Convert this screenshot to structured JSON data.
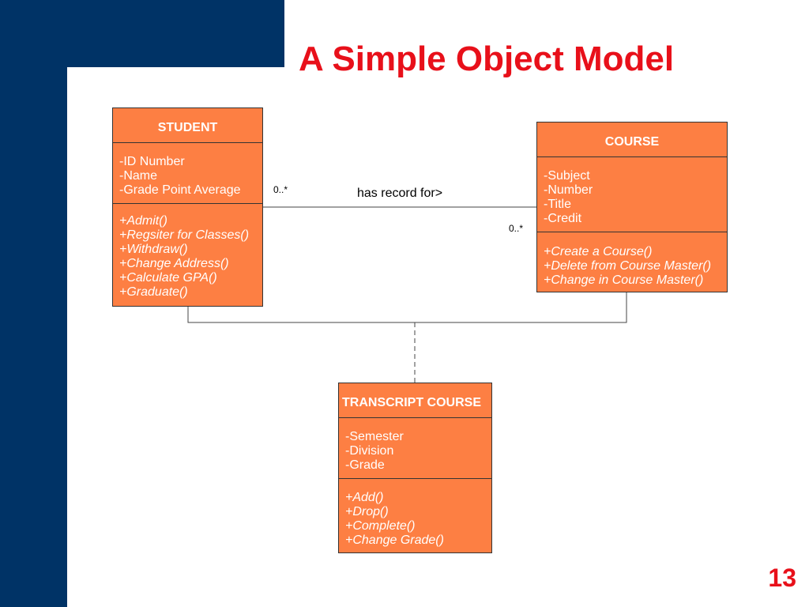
{
  "title": "A Simple Object Model",
  "page_number": "13",
  "classes": {
    "student": {
      "name": "STUDENT",
      "attributes": [
        "-ID Number",
        "-Name",
        "-Grade Point Average"
      ],
      "operations": [
        "+Admit()",
        "+Regsiter for Classes()",
        "+Withdraw()",
        "+Change Address()",
        "+Calculate GPA()",
        "+Graduate()"
      ]
    },
    "course": {
      "name": "COURSE",
      "attributes": [
        "-Subject",
        "-Number",
        "-Title",
        "-Credit"
      ],
      "operations": [
        "+Create a Course()",
        "+Delete from Course Master()",
        "+Change in Course Master()"
      ]
    },
    "transcript": {
      "name": "TRANSCRIPT COURSE",
      "attributes": [
        "-Semester",
        "-Division",
        "-Grade"
      ],
      "operations": [
        "+Add()",
        "+Drop()",
        "+Complete()",
        "+Change Grade()"
      ]
    }
  },
  "association": {
    "label": "has record for>",
    "multiplicity_student_end": "0..*",
    "multiplicity_course_end": "0..*"
  },
  "colors": {
    "navy": "#003366",
    "title_red": "#e8101a",
    "class_fill": "#fd7f43"
  }
}
